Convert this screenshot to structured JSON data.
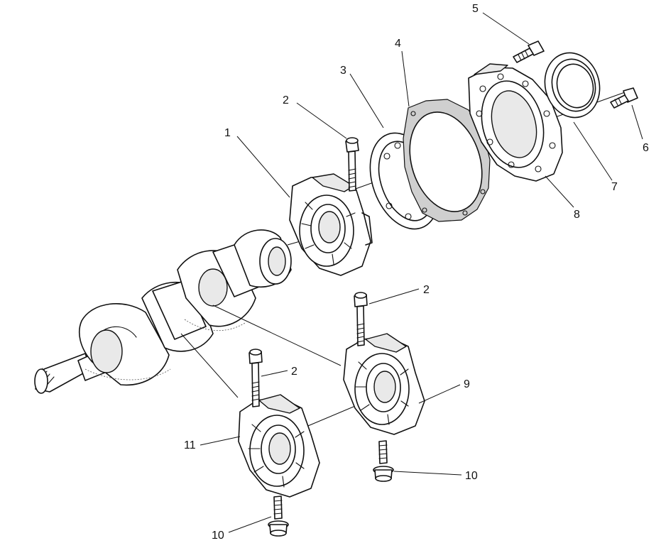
{
  "diagram": {
    "callouts": [
      {
        "id": "c1",
        "label": "1"
      },
      {
        "id": "c2a",
        "label": "2"
      },
      {
        "id": "c3",
        "label": "3"
      },
      {
        "id": "c4",
        "label": "4"
      },
      {
        "id": "c5",
        "label": "5"
      },
      {
        "id": "c6",
        "label": "6"
      },
      {
        "id": "c7",
        "label": "7"
      },
      {
        "id": "c8",
        "label": "8"
      },
      {
        "id": "c2b",
        "label": "2"
      },
      {
        "id": "c2c",
        "label": "2"
      },
      {
        "id": "c9",
        "label": "9"
      },
      {
        "id": "c11",
        "label": "11"
      },
      {
        "id": "c10a",
        "label": "10"
      },
      {
        "id": "c10b",
        "label": "10"
      }
    ]
  }
}
